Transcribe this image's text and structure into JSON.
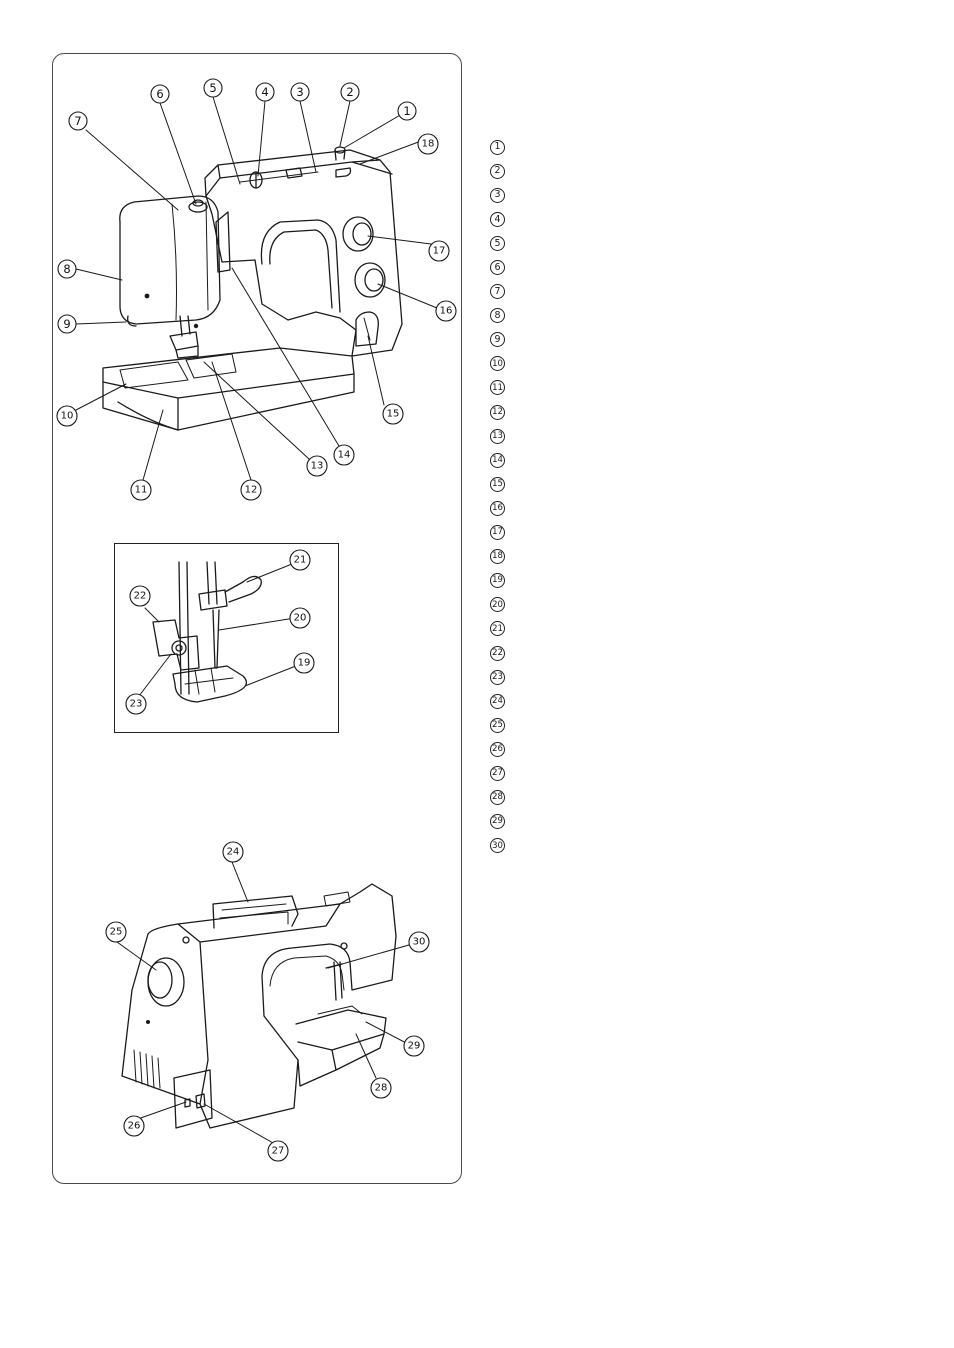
{
  "callouts": {
    "main": [
      "1",
      "2",
      "3",
      "4",
      "5",
      "6",
      "7",
      "8",
      "9",
      "10",
      "11",
      "12",
      "13",
      "14",
      "15",
      "16",
      "17",
      "18"
    ],
    "inset": [
      "19",
      "20",
      "21",
      "22",
      "23"
    ],
    "rear": [
      "24",
      "25",
      "26",
      "27",
      "28",
      "29",
      "30"
    ]
  },
  "legend_numbers": [
    "1",
    "2",
    "3",
    "4",
    "5",
    "6",
    "7",
    "8",
    "9",
    "10",
    "11",
    "12",
    "13",
    "14",
    "15",
    "16",
    "17",
    "18",
    "19",
    "20",
    "21",
    "22",
    "23",
    "24",
    "25",
    "26",
    "27",
    "28",
    "29",
    "30"
  ],
  "colors": {
    "line": "#1a1a1a",
    "frame": "#4a4a4a",
    "background": "#ffffff"
  }
}
